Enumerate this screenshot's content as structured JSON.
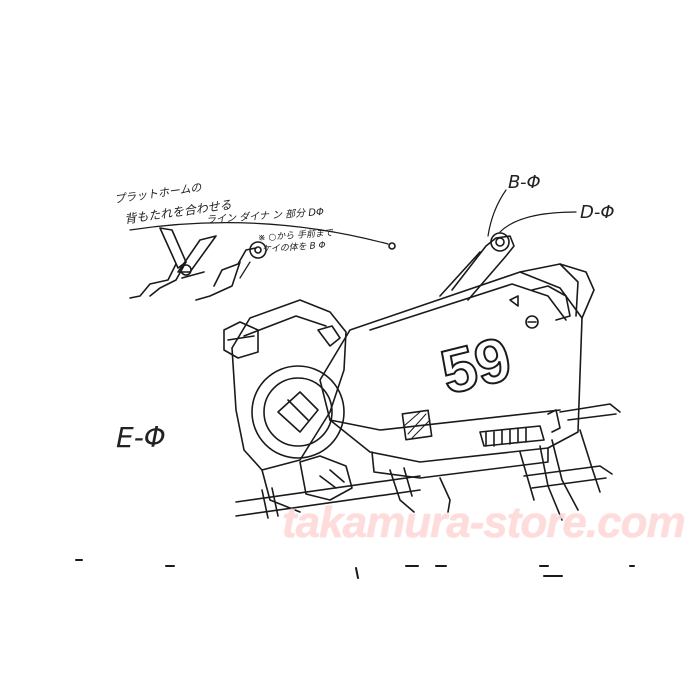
{
  "image": {
    "subject": "pencil line drawing of a racing vehicle marked 59 on white paper",
    "background_color": "#ffffff",
    "line_color": "#1a1a1a",
    "watermark_color": "#ffd9d9"
  },
  "annotations": {
    "label_e": "E-Φ",
    "label_b": "B-Φ",
    "label_d": "D-Φ",
    "note_1a": "プラットホームの",
    "note_1b": "背もたれを合わせる",
    "note_2": "ライン ダイナ ン 部分 DΦ",
    "note_3a": "※ ○から 手前まで",
    "note_3b": "ケイの体を B Φ"
  },
  "vehicle": {
    "number": "59"
  },
  "watermark": {
    "text": "takamura-store.com"
  }
}
